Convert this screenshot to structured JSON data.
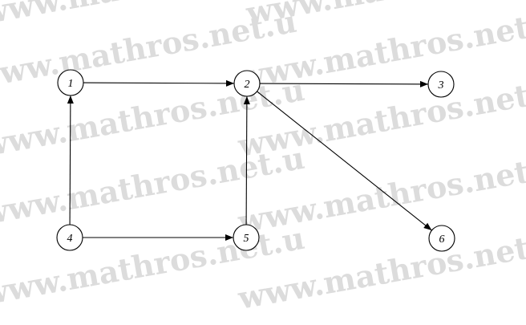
{
  "watermark": {
    "text": "www.mathros.net.u",
    "color": "#dcdcdc"
  },
  "graph": {
    "nodes": [
      {
        "id": "1",
        "label": "1"
      },
      {
        "id": "2",
        "label": "2"
      },
      {
        "id": "3",
        "label": "3"
      },
      {
        "id": "4",
        "label": "4"
      },
      {
        "id": "5",
        "label": "5"
      },
      {
        "id": "6",
        "label": "6"
      }
    ],
    "edges": [
      {
        "from": "1",
        "to": "2"
      },
      {
        "from": "2",
        "to": "3"
      },
      {
        "from": "2",
        "to": "6"
      },
      {
        "from": "4",
        "to": "1"
      },
      {
        "from": "4",
        "to": "5"
      },
      {
        "from": "5",
        "to": "2"
      }
    ]
  }
}
